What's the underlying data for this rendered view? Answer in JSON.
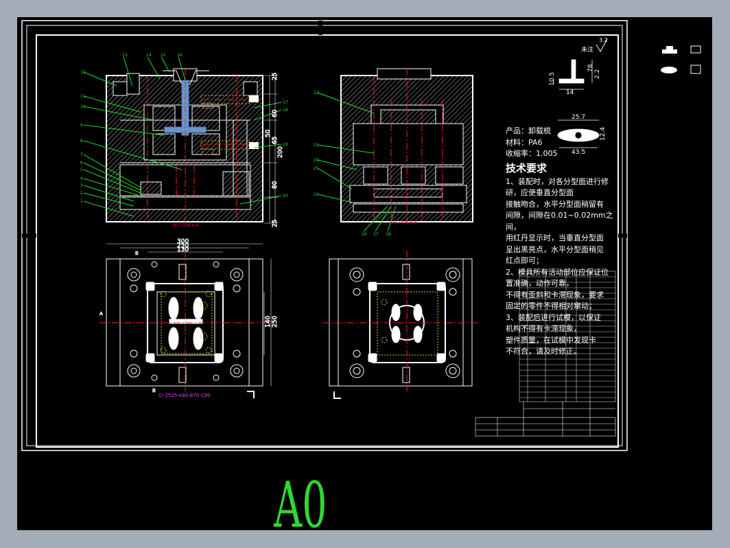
{
  "drawing": {
    "sheet_size_label": "A0",
    "note_label": "未注",
    "roughness_value": "3.2",
    "section_a_caption": "SECTION A-A",
    "section_b_caption": "SECTION B-B",
    "mold_base_code": "CI-2525-A60-B70-C90"
  },
  "part_info": {
    "product": "产品：卸载梳",
    "material": "材料：PA6",
    "shrinkage": "收缩率：1.005"
  },
  "tech_requirements": {
    "title": "技术要求",
    "lines": [
      "1、装配时，对各分型面进行修",
      "研，应使垂直分型面",
      "接触吻合，水平分型面稍留有",
      "间隙，间隙在0.01~0.02mm之",
      "间，",
      "用红丹显示时，当垂直分型面",
      "呈出黑亮点，水平分型面稍见",
      "红点即可；",
      "2、模具所有活动部位应保证位",
      "置准确，动作可靠，",
      "不得有歪斜和卡滞现象，要求",
      "固定的零件不得相对窜动；",
      "3、装配后进行试模，以保证",
      "机构不得有卡滞现象，",
      "塑件质量，在试模中发现卡",
      "不符合，请及时修正。"
    ]
  },
  "dimensions": {
    "plan_widths": [
      "300",
      "250",
      "130"
    ],
    "plan_heights": [
      "140",
      "250"
    ],
    "side_heights": [
      "25",
      "50",
      "60",
      "65",
      "200",
      "80",
      "25"
    ],
    "part_dims": [
      "78",
      "10.5",
      "2.2",
      "14",
      "25.7",
      "12.4",
      "43.5"
    ]
  },
  "callouts_left": [
    "13",
    "14",
    "15",
    "16",
    "12",
    "11",
    "10",
    "9",
    "8",
    "7",
    "6",
    "5",
    "4",
    "3",
    "2",
    "1"
  ],
  "callouts_right": [
    "17",
    "18",
    "19",
    "20"
  ],
  "callouts_b": [
    "23",
    "22",
    "24",
    "25",
    "21",
    "26",
    "27",
    "28"
  ],
  "colors": {
    "sheet_bg": "#000000",
    "app_bg": "#a3adb8",
    "frame": "#ffffff",
    "centerline": "#ff2020",
    "leader": "#1fe02a",
    "dimension": "#ffffff",
    "hatch": "#bfbfbf",
    "a0_text": "#2fd82f"
  },
  "icons": [
    "tool-preview-icon-1",
    "tool-preview-icon-2"
  ]
}
